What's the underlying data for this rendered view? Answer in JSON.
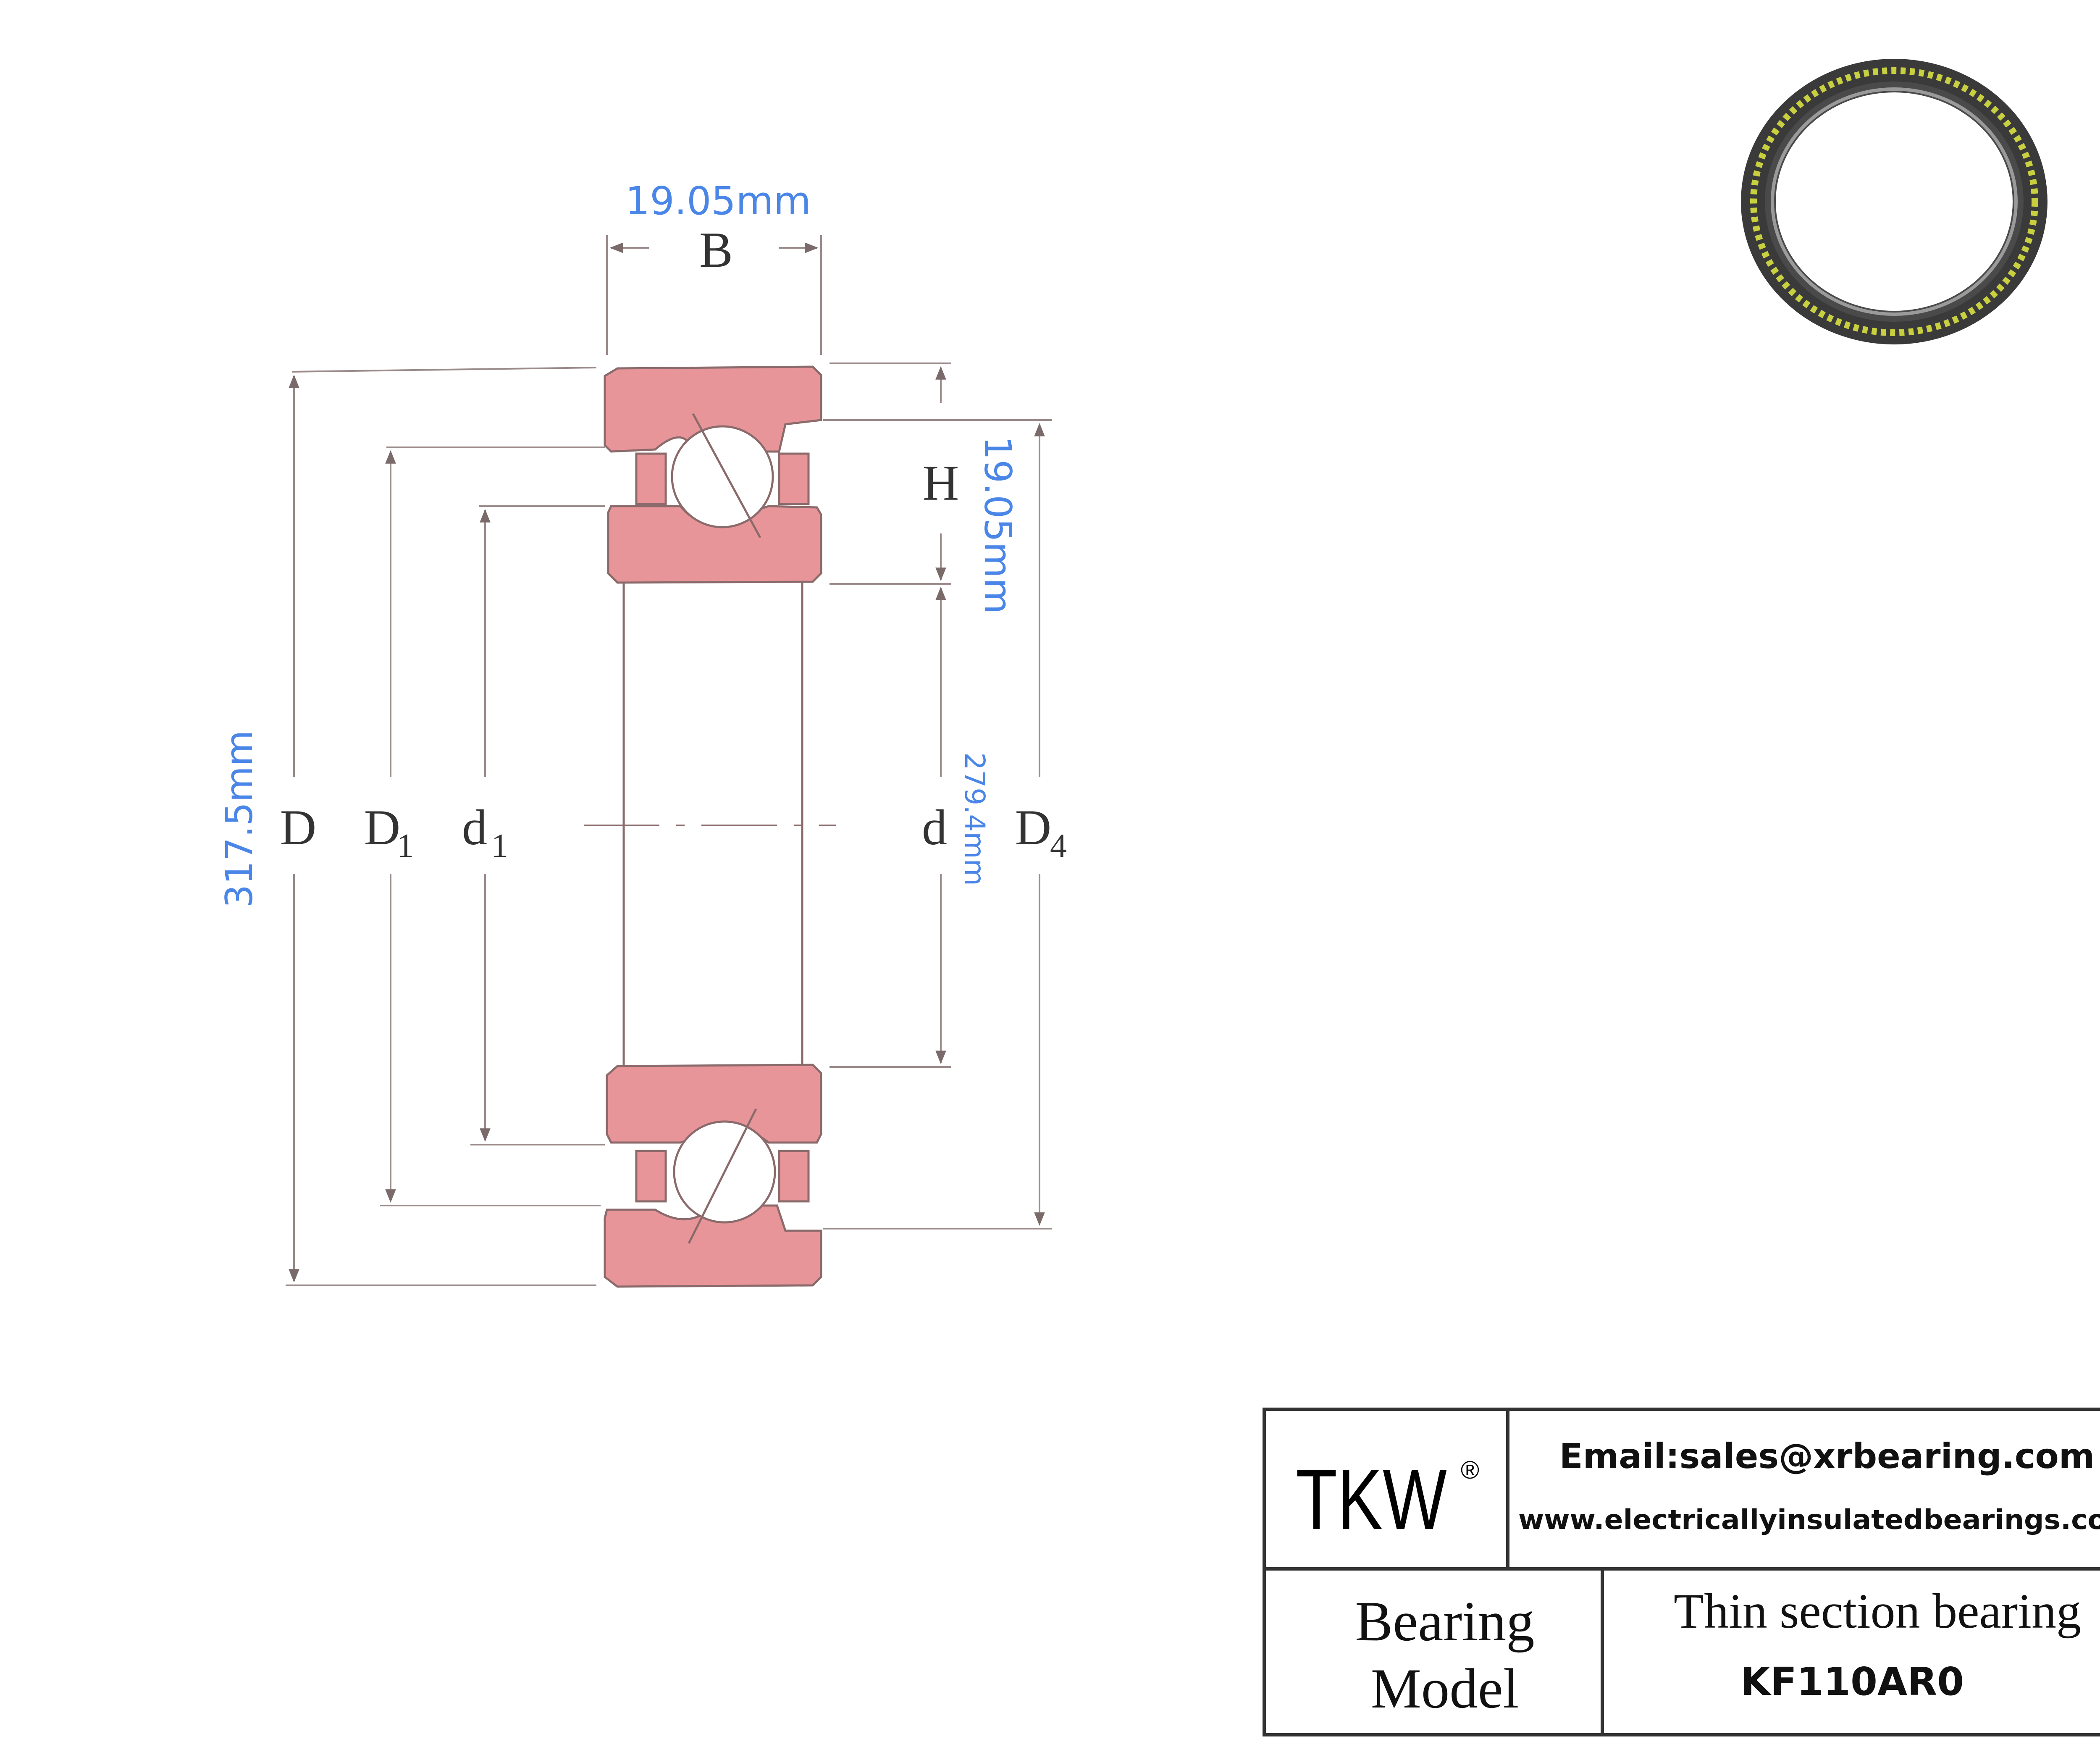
{
  "dimensions": {
    "width_B": "19.05mm",
    "height_H": "19.05mm",
    "outer_D": "317.5mm",
    "bore_d": "279.4mm"
  },
  "symbols": {
    "B": "B",
    "H": "H",
    "D": "D",
    "D1": "D",
    "D1_sub": "1",
    "d1": "d",
    "d1_sub": "1",
    "d": "d",
    "D4": "D",
    "D4_sub": "4"
  },
  "title_block": {
    "brand": "TKW",
    "registered_mark": "®",
    "email": "Email:sales@xrbearing.com",
    "website": "www.electricallyinsulatedbearings.com",
    "label_line1": "Bearing",
    "label_line2": "Model",
    "bearing_type": "Thin section bearing",
    "model_code": "KF110AR0"
  },
  "colors": {
    "ring_fill": "#e8959a",
    "outline": "#8a6a6a",
    "dimension_text": "#4a86e8",
    "thumbnail_ring": "#3a3a3a",
    "thumbnail_balls": "#c8d040"
  }
}
